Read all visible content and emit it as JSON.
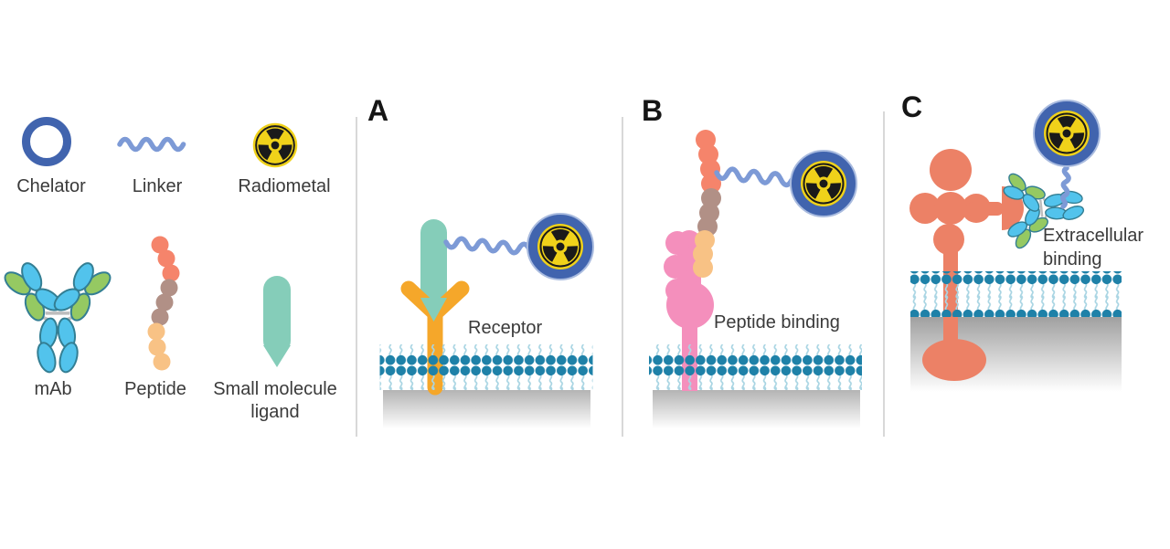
{
  "legend": {
    "chelator": "Chelator",
    "linker": "Linker",
    "radiometal": "Radiometal",
    "mab": "mAb",
    "peptide": "Peptide",
    "small_molecule": "Small molecule ligand"
  },
  "panels": [
    {
      "letter": "A",
      "annotation": "Receptor"
    },
    {
      "letter": "B",
      "annotation": "Peptide binding"
    },
    {
      "letter": "C",
      "annotation": "Extracellular binding"
    }
  ],
  "palette": {
    "chelator_blue": "#4164AE",
    "linker_blue": "#7D9AD6",
    "radiometal_yellow": "#F0D21A",
    "radiation_black": "#1A1A1A",
    "mab_blue": "#52C3EC",
    "mab_green": "#95C962",
    "peptide_salmon": "#F5846B",
    "peptide_mauve": "#B19086",
    "peptide_orange": "#F8C285",
    "small_molecule_teal": "#85CDB9",
    "receptor_orange": "#F5A72A",
    "receptor_pink": "#F48FBC",
    "receptor_salmon": "#EC8166",
    "membrane_blue": "#1E81A8",
    "membrane_tail_blue": "#A9D5E3",
    "shadow_gray": "#A6A6A6",
    "divider_gray": "#CFCFCF",
    "text_dark": "#3A3A3A"
  }
}
